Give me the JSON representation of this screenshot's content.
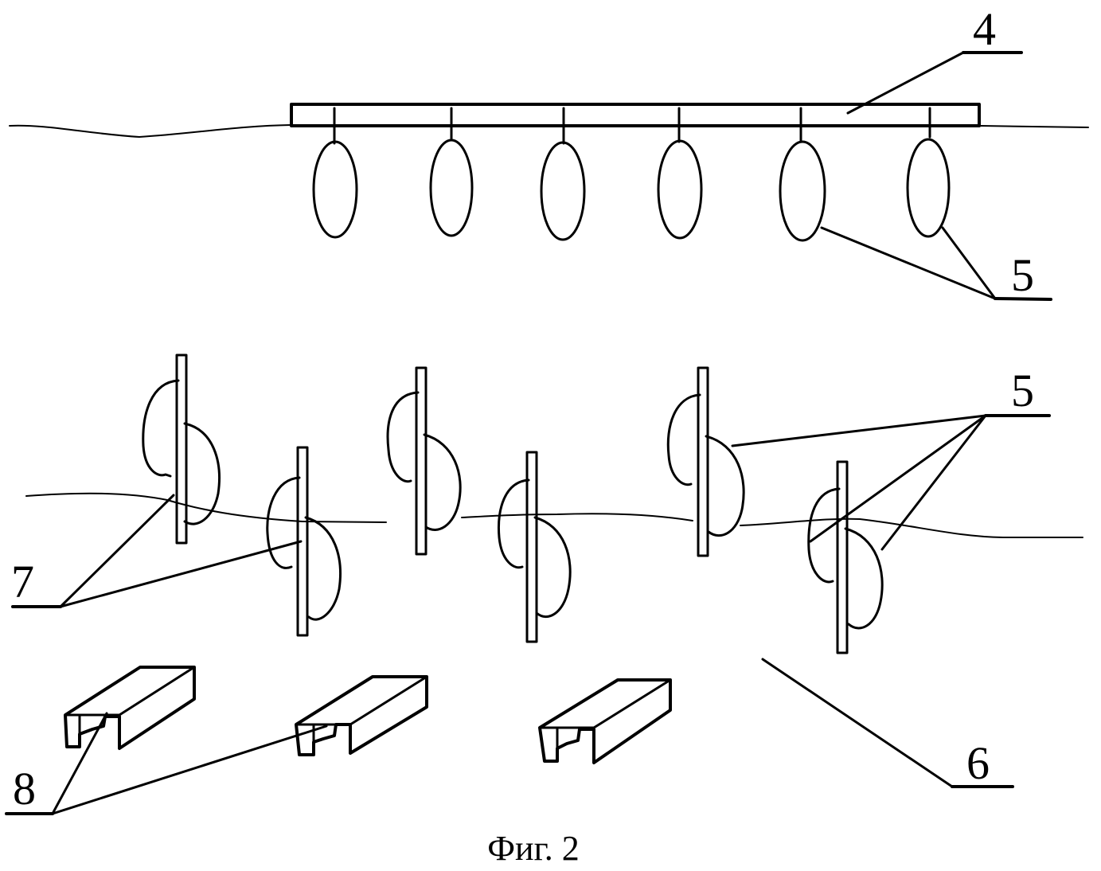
{
  "labels": {
    "conveyor": "4",
    "shoes_top": "5",
    "shoes_bottom": "5",
    "rods": "7",
    "plate": "6",
    "stands": "8"
  },
  "caption": "Фиг. 2"
}
